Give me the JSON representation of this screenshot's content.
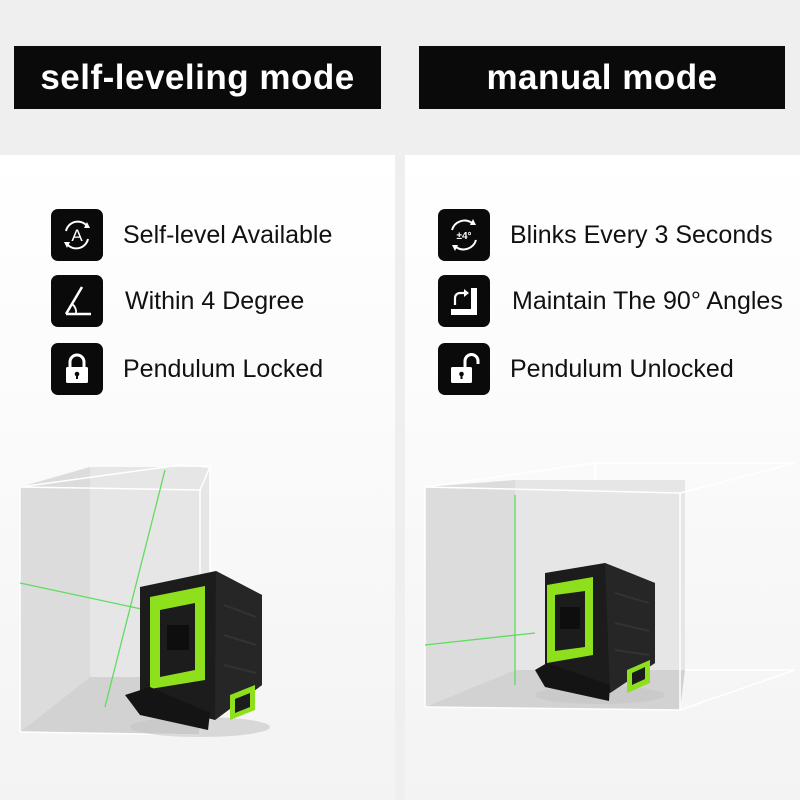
{
  "modes": {
    "self_leveling": {
      "title": "self-leveling mode",
      "features": [
        {
          "icon": "auto-level-icon",
          "label": "Self-level Available"
        },
        {
          "icon": "angle-icon",
          "label": "Within 4 Degree"
        },
        {
          "icon": "lock-closed-icon",
          "label": "Pendulum Locked"
        }
      ]
    },
    "manual": {
      "title": "manual mode",
      "features": [
        {
          "icon": "plus-minus-4-icon",
          "icon_text": "±4°",
          "label": "Blinks Every 3 Seconds"
        },
        {
          "icon": "right-angle-arrow-icon",
          "label": "Maintain The 90° Angles"
        },
        {
          "icon": "lock-open-icon",
          "label": "Pendulum Unlocked"
        }
      ]
    }
  },
  "colors": {
    "banner_bg": "#0a0a0a",
    "banner_text": "#ffffff",
    "laser_green": "#5fdc5f",
    "device_green": "#8fe01c",
    "device_body": "#1c1c1c"
  }
}
